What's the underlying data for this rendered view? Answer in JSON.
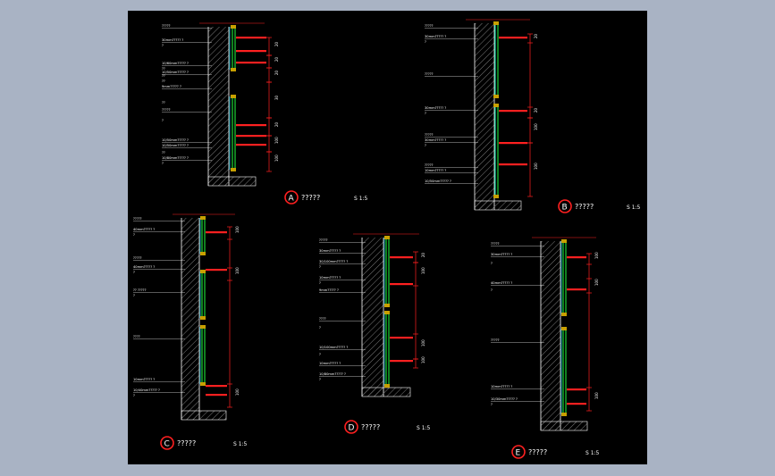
{
  "drawing": {
    "background": "#000000",
    "frame_bg": "#a9b3c4",
    "colors": {
      "wall_line": "#ffffff",
      "hatch": "#8a8a8a",
      "dim": "#ff2020",
      "panel": "#20ff40",
      "cyan": "#00e0ff",
      "text": "#ffffff",
      "badge": "#ff2020"
    }
  },
  "details": [
    {
      "id": "A",
      "caption": "?????",
      "scale": "S 1:5",
      "notes": [
        "?????",
        "30mm????? ?",
        "?",
        "10/60mm????? ?",
        "??",
        "10/50mm????? ?",
        "??",
        "??",
        "9mm????? ?",
        "??",
        "?????",
        "?",
        "10/50mm????? ?",
        "10/50mm????? ?",
        "??",
        "10/80mm????? ?",
        "?"
      ],
      "dims": [
        "20",
        "20",
        "20",
        "30",
        "20",
        "100",
        "100",
        "100"
      ]
    },
    {
      "id": "B",
      "caption": "?????",
      "scale": "S 1:5",
      "notes": [
        "?????",
        "30mm????? ?",
        "?",
        "?????",
        "30mm????? ?",
        "?",
        "?????",
        "30mm????? ?",
        "?",
        "?????",
        "10mm????? ?",
        "10/50mm????? ?"
      ],
      "dims": [
        "20",
        "20",
        "100",
        "100"
      ]
    },
    {
      "id": "C",
      "caption": "?????",
      "scale": "S 1:5",
      "notes": [
        "?????",
        "40mm????? ?",
        "?",
        "?????",
        "40mm????? ?",
        "?",
        "?? ?????",
        "?",
        "????",
        "10mm????? ?",
        "10/40mm????? ?",
        "?"
      ],
      "dims": [
        "100",
        "100",
        "100"
      ]
    },
    {
      "id": "D",
      "caption": "?????",
      "scale": "S 1:5",
      "notes": [
        "?????",
        "30mm????? ?",
        "30/100mm????? ?",
        "?",
        "10mm????? ?",
        "?",
        "9mm????? ?",
        "????",
        "?",
        "10/100mm????? ?",
        "?",
        "10mm????? ?",
        "10/80mm????? ?",
        "?"
      ],
      "dims": [
        "20",
        "100",
        "100",
        "100"
      ]
    },
    {
      "id": "E",
      "caption": "?????",
      "scale": "S 1:5",
      "notes": [
        "?????",
        "30mm????? ?",
        "?",
        "40mm????? ?",
        "?",
        "?????",
        "10mm????? ?",
        "10/30mm????? ?",
        "?"
      ],
      "dims": [
        "100",
        "100",
        "100"
      ]
    }
  ]
}
